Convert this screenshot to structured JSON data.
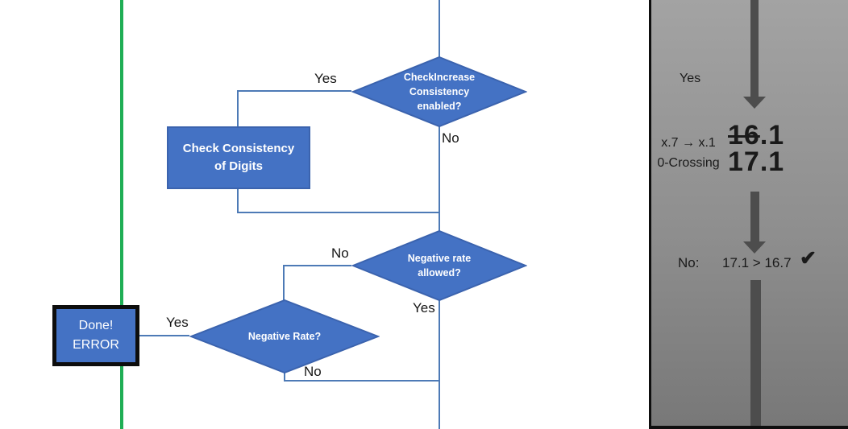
{
  "colors": {
    "node_fill": "#4472c4",
    "node_border": "#3b63ae",
    "connector_blue": "#4d7ab6",
    "timeline_green": "#1fae55",
    "panel_gray_top": "#a3a3a3",
    "panel_gray_bottom": "#787878",
    "arrow_gray": "#4d4d4d",
    "terminator_border": "#0d0d0d"
  },
  "flowchart": {
    "nodes": {
      "check_increase": {
        "label": "CheckIncrease\nConsistency\nenabled?"
      },
      "check_consistency": {
        "label": "Check Consistency\nof Digits"
      },
      "negative_rate_allowed": {
        "label": "Negative rate\nallowed?"
      },
      "negative_rate": {
        "label": "Negative Rate?"
      },
      "done_error": {
        "label": "Done!\nERROR"
      }
    },
    "labels": {
      "yes_top": "Yes",
      "no_top": "No",
      "no_mid": "No",
      "yes_mid": "Yes",
      "yes_left": "Yes",
      "no_bottom": "No"
    }
  },
  "side_panel": {
    "yes_label": "Yes",
    "mapping_note": "x.7 → x.1\n0-Crossing",
    "value_old_struck": "16",
    "value_old_rest": ".1",
    "value_new": "17.1",
    "result_label": "No:",
    "result_comparison": "17.1 > 16.7",
    "check_icon": "✔"
  }
}
